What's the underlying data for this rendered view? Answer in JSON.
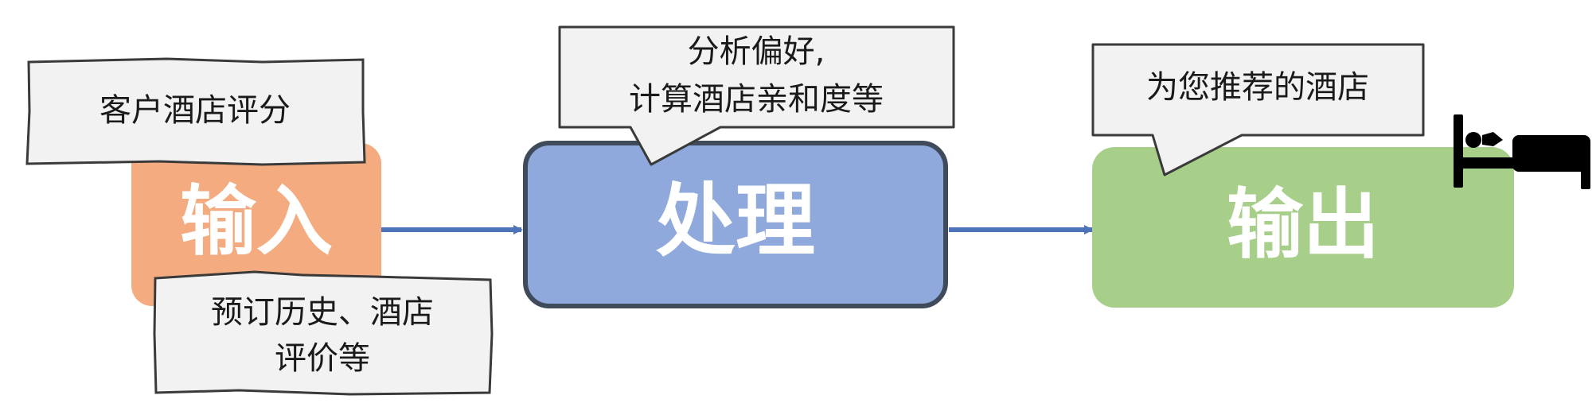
{
  "blocks": {
    "input": {
      "label": "输入",
      "color": "#f3ab7f"
    },
    "process": {
      "label": "处理",
      "color": "#8fa9dc"
    },
    "output": {
      "label": "输出",
      "color": "#a7cf8a"
    }
  },
  "notes": {
    "input_top": {
      "lines": [
        "客户酒店评分"
      ]
    },
    "input_bottom": {
      "lines": [
        "预订历史、酒店",
        "评价等"
      ]
    },
    "process_top": {
      "lines": [
        "分析偏好,",
        "计算酒店亲和度等"
      ]
    },
    "output_top": {
      "lines": [
        "为您推荐的酒店"
      ]
    }
  },
  "colors": {
    "arrow": "#4e73b8",
    "note_fill": "#f2f2f2",
    "note_border": "#3a3a3a",
    "process_border": "#3f4a5a",
    "bed_icon": "#000000"
  },
  "icons": {
    "output_icon": "bed-icon"
  }
}
